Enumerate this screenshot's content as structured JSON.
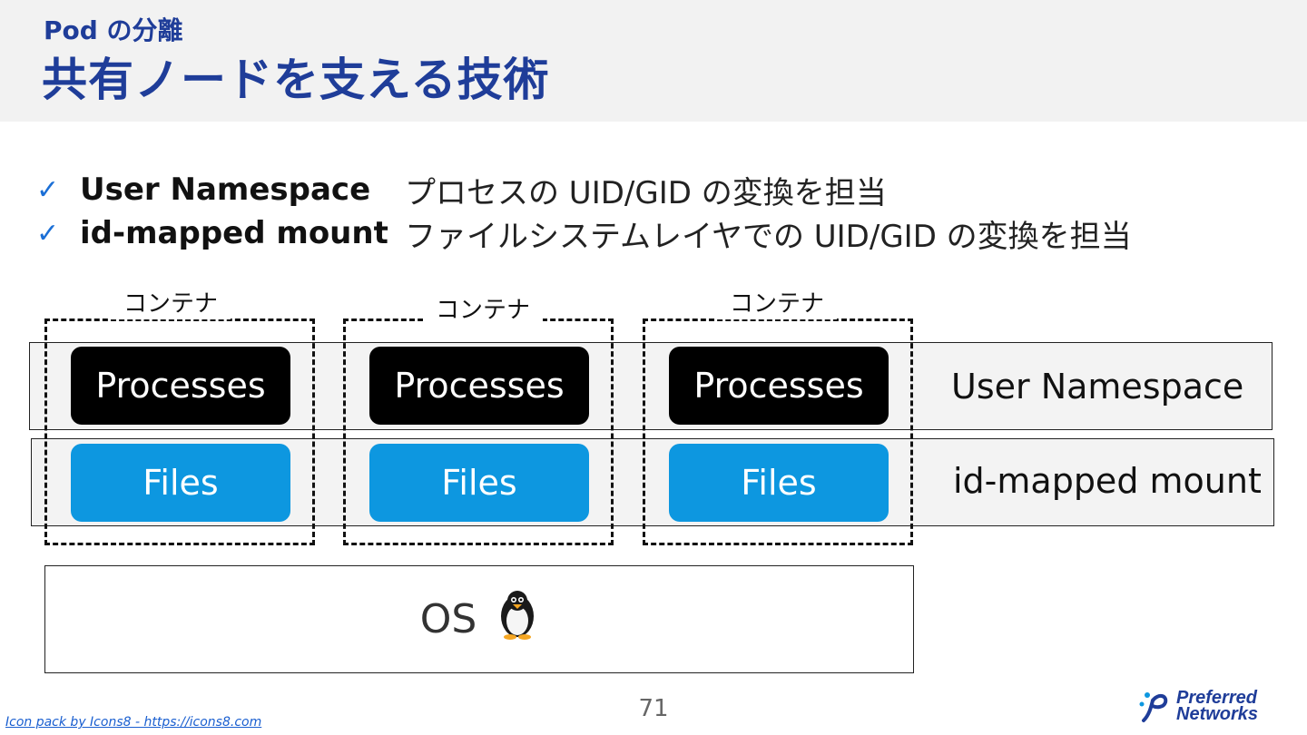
{
  "header": {
    "subtitle": "Pod の分離",
    "title": "共有ノードを支える技術"
  },
  "bullets": [
    {
      "check": "✓",
      "term": "User Namespace",
      "desc": "プロセスの UID/GID の変換を担当"
    },
    {
      "check": "✓",
      "term": "id-mapped mount",
      "desc": "ファイルシステムレイヤでの UID/GID の変換を担当"
    }
  ],
  "diagram": {
    "containers": [
      {
        "label": "コンテナ",
        "process": "Processes",
        "files": "Files"
      },
      {
        "label": "コンテナ",
        "process": "Processes",
        "files": "Files"
      },
      {
        "label": "コンテナ",
        "process": "Processes",
        "files": "Files"
      }
    ],
    "layer_labels": {
      "user_namespace": "User Namespace",
      "id_mapped_mount": "id-mapped mount"
    },
    "os": {
      "label": "OS",
      "icon": "penguin-icon"
    },
    "colors": {
      "process_block": "#000000",
      "files_block": "#0d97e0",
      "title": "#1f3d99"
    }
  },
  "footer": {
    "page_number": "71",
    "credit": "Icon pack by Icons8 - https://icons8.com",
    "logo_line1": "Preferred",
    "logo_line2": "Networks"
  }
}
